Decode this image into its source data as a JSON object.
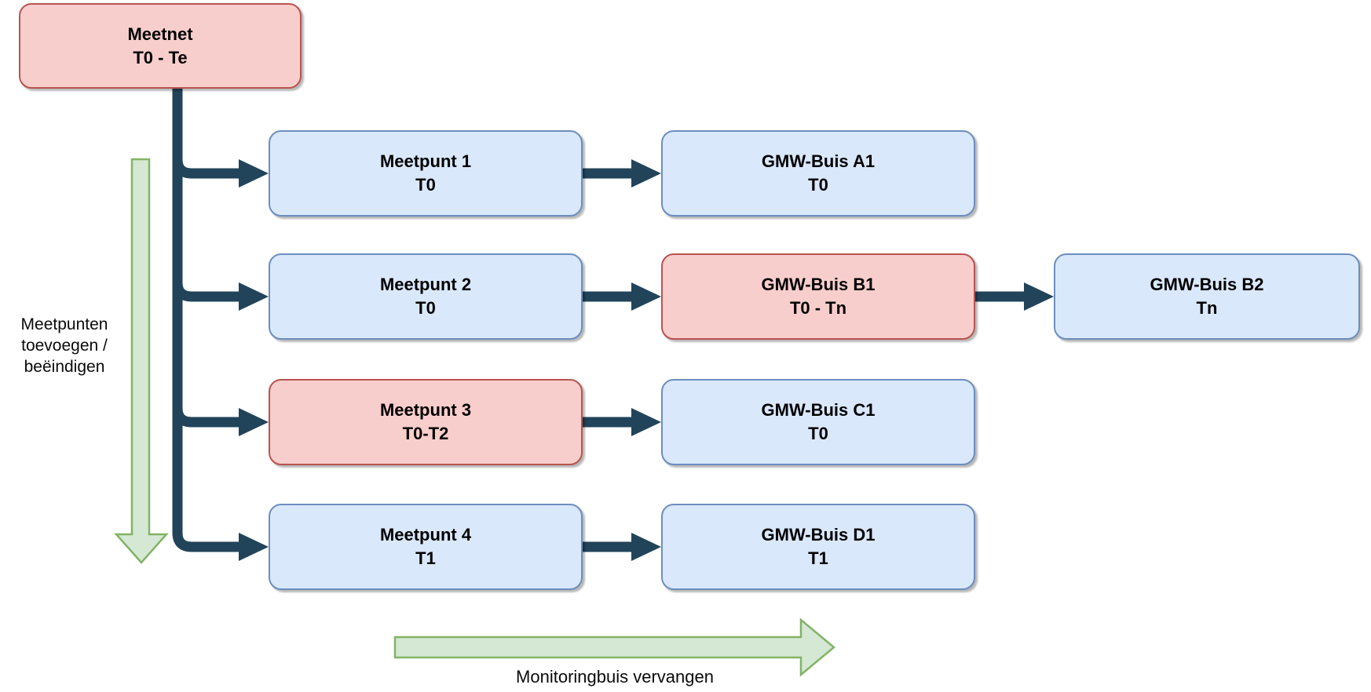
{
  "diagram": {
    "root": {
      "label": "Meetnet",
      "sublabel": "T0 - Te",
      "variant": "red"
    },
    "rows": [
      {
        "meetpunt": {
          "label": "Meetpunt 1",
          "sublabel": "T0",
          "variant": "blue"
        },
        "gmw": {
          "label": "GMW-Buis A1",
          "sublabel": "T0",
          "variant": "blue"
        }
      },
      {
        "meetpunt": {
          "label": "Meetpunt 2",
          "sublabel": "T0",
          "variant": "blue"
        },
        "gmw": {
          "label": "GMW-Buis B1",
          "sublabel": "T0 - Tn",
          "variant": "red"
        },
        "gmw_replacement": {
          "label": "GMW-Buis B2",
          "sublabel": "Tn",
          "variant": "blue"
        }
      },
      {
        "meetpunt": {
          "label": "Meetpunt 3",
          "sublabel": "T0-T2",
          "variant": "red"
        },
        "gmw": {
          "label": "GMW-Buis C1",
          "sublabel": "T0",
          "variant": "blue"
        }
      },
      {
        "meetpunt": {
          "label": "Meetpunt 4",
          "sublabel": "T1",
          "variant": "blue"
        },
        "gmw": {
          "label": "GMW-Buis D1",
          "sublabel": "T1",
          "variant": "blue"
        }
      }
    ],
    "annotations": {
      "left_arrow_label_lines": [
        "Meetpunten",
        "toevoegen /",
        "beëindigen"
      ],
      "bottom_arrow_label": "Monitoringbuis vervangen"
    },
    "colors": {
      "red_fill": "#f8cecc",
      "red_stroke": "#b85450",
      "blue_fill": "#dae8fc",
      "blue_stroke": "#6c8ebf",
      "green_fill": "#d5e8d4",
      "green_stroke": "#82b366",
      "connector": "#21445a"
    }
  }
}
